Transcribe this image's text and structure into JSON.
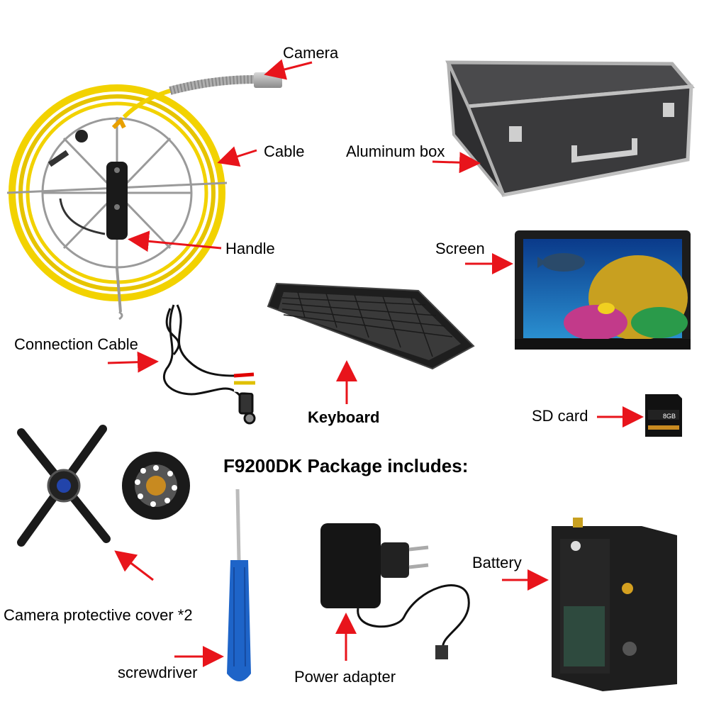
{
  "title": "F9200DK Package includes:",
  "labels": {
    "camera": "Camera",
    "cable": "Cable",
    "handle": "Handle",
    "aluminum_box": "Aluminum box",
    "screen": "Screen",
    "connection_cable": "Connection Cable",
    "keyboard": "Keyboard",
    "sd_card": "SD card",
    "camera_cover": "Camera protective cover *2",
    "screwdriver": "screwdriver",
    "power_adapter": "Power adapter",
    "battery": "Battery"
  },
  "sd_card_text": {
    "capacity": "8GB"
  },
  "colors": {
    "arrow": "#e8141b",
    "cable": "#f2d200",
    "case": "#3a3a3c",
    "screwdriver": "#1e64c8"
  }
}
